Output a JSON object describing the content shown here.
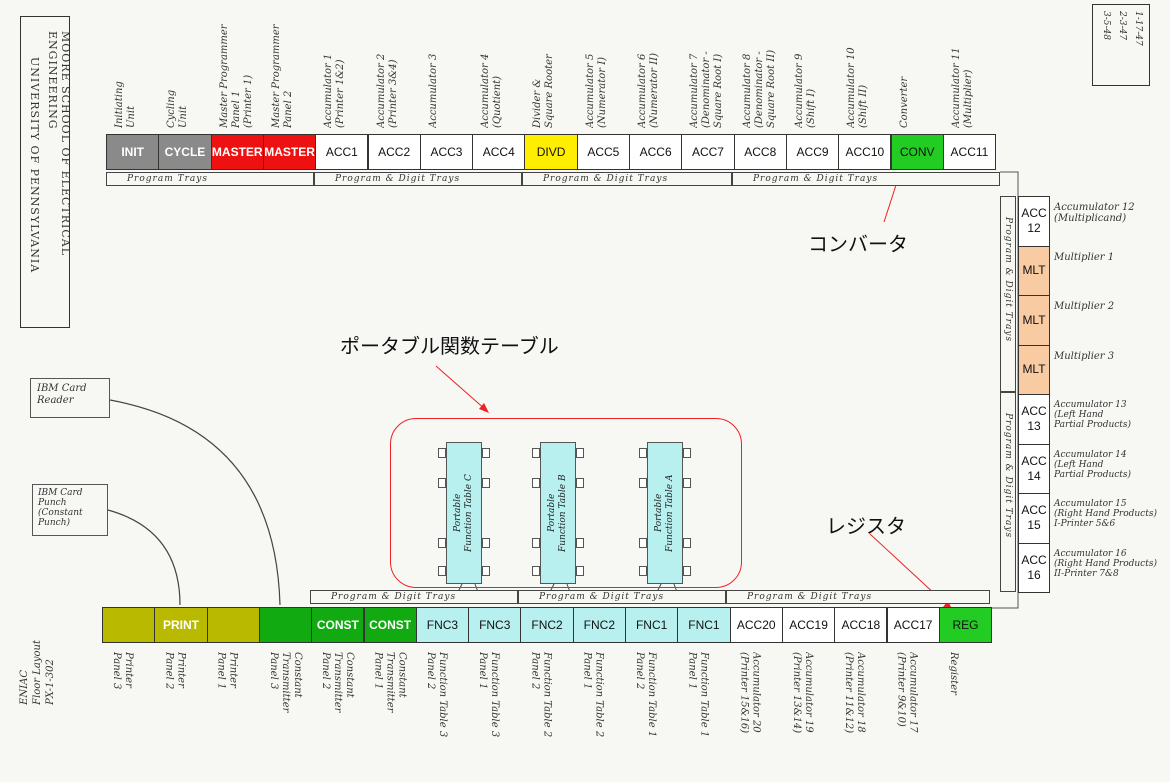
{
  "colors": {
    "gray": "#8a8a8a",
    "red": "#ee1111",
    "yellow": "#ffee00",
    "green": "#22cc22",
    "orange": "#f9cba3",
    "olive": "#b9b900",
    "dkgreen": "#11aa11",
    "cyan": "#b8f0f0",
    "white": "#ffffff"
  },
  "institution": [
    "MOORE SCHOOL OF ELECTRICAL ENGINEERING",
    "UNIVERSITY OF PENNSYLVANIA"
  ],
  "corner_notes": [
    "1-17-47",
    "2-3-47",
    "3-5-48"
  ],
  "top_panels": [
    {
      "label": "INIT",
      "color": "gray"
    },
    {
      "label": "CYCLE",
      "color": "gray"
    },
    {
      "label": "MASTER",
      "color": "red"
    },
    {
      "label": "MASTER",
      "color": "red"
    },
    {
      "label": "ACC1",
      "color": "white"
    },
    {
      "label": "ACC2",
      "color": "white"
    },
    {
      "label": "ACC3",
      "color": "white"
    },
    {
      "label": "ACC4",
      "color": "white"
    },
    {
      "label": "DIVD",
      "color": "yellow"
    },
    {
      "label": "ACC5",
      "color": "white"
    },
    {
      "label": "ACC6",
      "color": "white"
    },
    {
      "label": "ACC7",
      "color": "white"
    },
    {
      "label": "ACC8",
      "color": "white"
    },
    {
      "label": "ACC9",
      "color": "white"
    },
    {
      "label": "ACC10",
      "color": "white"
    },
    {
      "label": "CONV",
      "color": "green"
    },
    {
      "label": "ACC11",
      "color": "white"
    }
  ],
  "top_labels": [
    "Initiating\nUnit",
    "Cycling\nUnit",
    "Master Programmer\nPanel 1\n(Printer 1)",
    "Master Programmer\nPanel 2",
    "Accumulator 1\n(Printer 1&2)",
    "Accumulator 2\n(Printer 3&4)",
    "Accumulator 3",
    "Accumulator 4\n(Quotient)",
    "Divider &\nSquare Rooter",
    "Accumulator 5\n(Numerator I)",
    "Accumulator 6\n(Numerator II)",
    "Accumulator 7\n(Denominator -\nSquare Root I)",
    "Accumulator 8\n(Denominator -\nSquare Root II)",
    "Accumulator 9\n(Shift I)",
    "Accumulator 10\n(Shift II)",
    "Converter",
    "Accumulator 11\n(Multiplier)"
  ],
  "top_trays": [
    "Program Trays",
    "Program & Digit Trays",
    "Program & Digit Trays",
    "Program & Digit Trays"
  ],
  "right_panels": [
    {
      "label": "ACC\n12",
      "color": "white"
    },
    {
      "label": "MLT",
      "color": "orange"
    },
    {
      "label": "MLT",
      "color": "orange"
    },
    {
      "label": "MLT",
      "color": "orange"
    },
    {
      "label": "ACC\n13",
      "color": "white"
    },
    {
      "label": "ACC\n14",
      "color": "white"
    },
    {
      "label": "ACC\n15",
      "color": "white"
    },
    {
      "label": "ACC\n16",
      "color": "white"
    }
  ],
  "right_labels": [
    "Accumulator 12\n(Multiplicand)",
    "Multiplier 1",
    "Multiplier 2",
    "Multiplier 3",
    "Accumulator 13\n(Left Hand\nPartial Products)",
    "Accumulator 14\n(Left Hand\nPartial Products)",
    "Accumulator 15\n(Right Hand Products)\nI-Printer 5&6",
    "Accumulator 16\n(Right Hand Products)\nII-Printer 7&8"
  ],
  "right_trays": [
    "Program & Digit Trays",
    "Program & Digit Trays"
  ],
  "bottom_panels": [
    {
      "label": "",
      "color": "olive"
    },
    {
      "label": "PRINT",
      "color": "olive"
    },
    {
      "label": "",
      "color": "olive"
    },
    {
      "label": "",
      "color": "dkgreen"
    },
    {
      "label": "CONST",
      "color": "dkgreen"
    },
    {
      "label": "CONST",
      "color": "dkgreen"
    },
    {
      "label": "FNC3",
      "color": "cyan"
    },
    {
      "label": "FNC3",
      "color": "cyan"
    },
    {
      "label": "FNC2",
      "color": "cyan"
    },
    {
      "label": "FNC2",
      "color": "cyan"
    },
    {
      "label": "FNC1",
      "color": "cyan"
    },
    {
      "label": "FNC1",
      "color": "cyan"
    },
    {
      "label": "ACC20",
      "color": "white"
    },
    {
      "label": "ACC19",
      "color": "white"
    },
    {
      "label": "ACC18",
      "color": "white"
    },
    {
      "label": "ACC17",
      "color": "white"
    },
    {
      "label": "REG",
      "color": "green"
    }
  ],
  "bottom_labels": [
    "Printer\nPanel 3",
    "Printer\nPanel 2",
    "Printer\nPanel 1",
    "Constant\nTransmitter\nPanel 3",
    "Constant\nTransmitter\nPanel 2",
    "Constant\nTransmitter\nPanel 1",
    "Function Table 3\nPanel 2",
    "Function Table 3\nPanel 1",
    "Function Table 2\nPanel 2",
    "Function Table 2\nPanel 1",
    "Function Table 1\nPanel 2",
    "Function Table 1\nPanel 1",
    "Accumulator 20\n(Printer 15&16)",
    "Accumulator 19\n(Printer 13&14)",
    "Accumulator 18\n(Printer 11&12)",
    "Accumulator 17\n(Printer 9&10)",
    "Register"
  ],
  "bottom_trays": [
    "Program & Digit Trays",
    "Program & Digit Trays",
    "Program & Digit Trays"
  ],
  "card_devices": [
    "IBM Card\nReader",
    "IBM Card\nPunch\n(Constant\nPunch)"
  ],
  "function_tables": [
    "Portable\nFunction Table C",
    "Portable\nFunction Table B",
    "Portable\nFunction Table A"
  ],
  "floor_layout_note": "ENIAC\nFloor Layout\nPX-1-302",
  "annotations": {
    "converter": "コンバータ",
    "portable": "ポータブル関数テーブル",
    "register": "レジスタ"
  }
}
